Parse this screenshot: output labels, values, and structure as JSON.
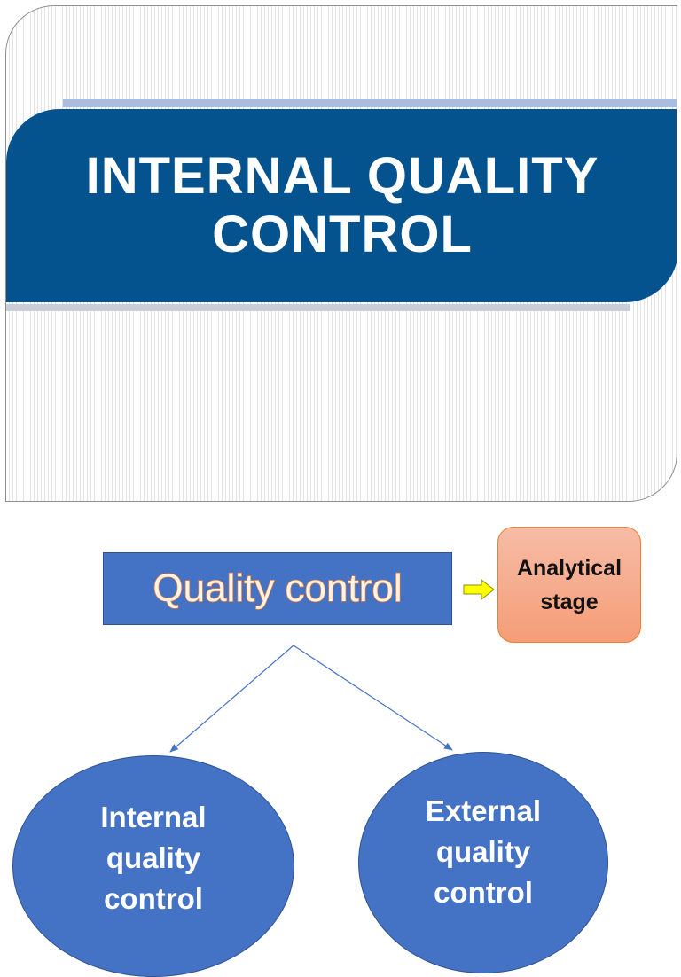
{
  "title_slide": {
    "heading_line1": "INTERNAL QUALITY",
    "heading_line2": "CONTROL"
  },
  "diagram": {
    "root": "Quality control",
    "side_note": [
      "Analytical",
      "stage"
    ],
    "children": [
      [
        "Internal",
        "quality",
        "control"
      ],
      [
        "External",
        "quality",
        "control"
      ]
    ]
  },
  "colors": {
    "banner": "#04528e",
    "box_fill": "#4472c4",
    "root_text_outline": "#ed7d31",
    "side_note_fill": "#f59d77",
    "arrow_fill": "#ffff00"
  }
}
